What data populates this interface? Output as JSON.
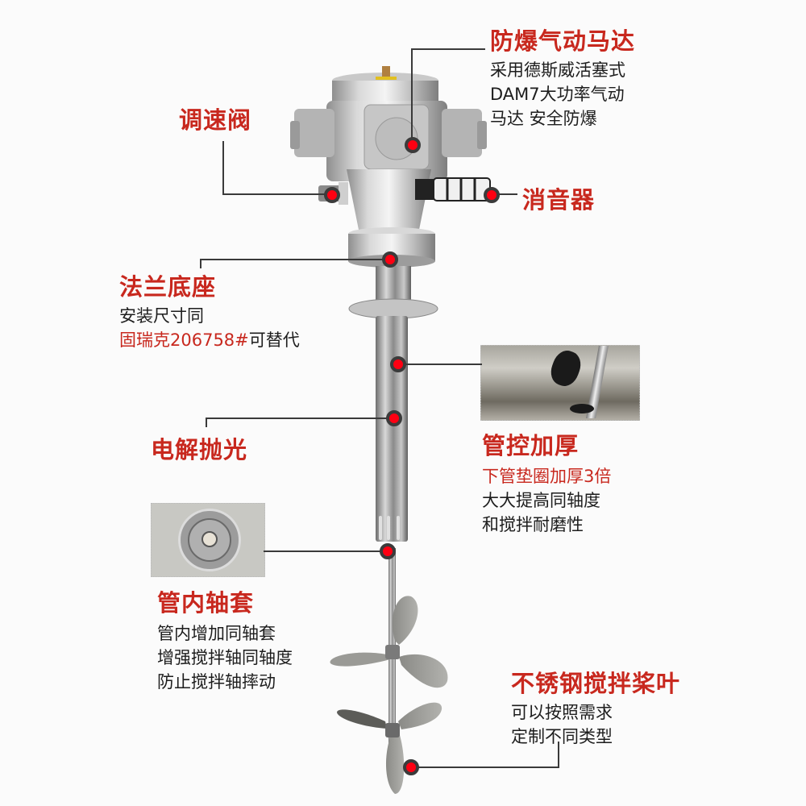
{
  "callouts": {
    "motor": {
      "title": "防爆气动马达",
      "lines": [
        "采用德斯威活塞式",
        "DAM7大功率气动",
        "马达 安全防爆"
      ]
    },
    "speed_valve": {
      "title": "调速阀"
    },
    "muffler": {
      "title": "消音器"
    },
    "flange": {
      "title": "法兰底座",
      "line1": "安装尺寸同",
      "line2_red": "固瑞克206758#",
      "line2_black": "可替代"
    },
    "polish": {
      "title": "电解抛光"
    },
    "tube": {
      "title": "管控加厚",
      "line1_red": "下管垫圈加厚3倍",
      "lines": [
        "大大提高同轴度",
        "和搅拌耐磨性"
      ]
    },
    "bushing": {
      "title": "管内轴套",
      "lines": [
        "管内增加同轴套",
        "增强搅拌轴同轴度",
        "防止搅拌轴摔动"
      ]
    },
    "impeller": {
      "title": "不锈钢搅拌桨叶",
      "lines": [
        "可以按照需求",
        "定制不同类型"
      ]
    }
  },
  "colors": {
    "accent_red": "#c8281e",
    "dot_red": "#ff0012",
    "leader": "#3a3a3a",
    "metal": "#b8b8b8"
  }
}
